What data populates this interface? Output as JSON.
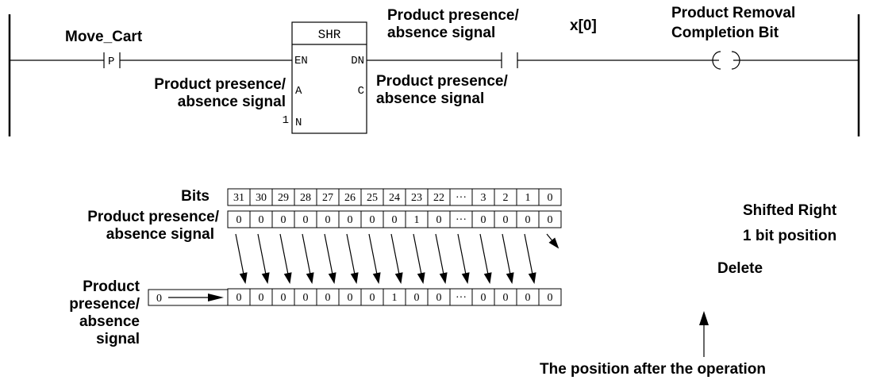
{
  "ladder": {
    "contact_label": "Move_Cart",
    "contact_symbol": "P",
    "input_label_line1": "Product presence/",
    "input_label_line2": "absence signal",
    "n_value": "1",
    "instruction": {
      "name": "SHR",
      "pin_en": "EN",
      "pin_dn": "DN",
      "pin_a": "A",
      "pin_c": "C",
      "pin_n": "N"
    },
    "output_label_line1": "Product presence/",
    "output_label_line2": "absence signal",
    "contact2_label_line1": "Product presence/",
    "contact2_label_line2": "absence signal",
    "contact2_index": "x[0]",
    "coil_label_line1": "Product Removal",
    "coil_label_line2": "Completion Bit"
  },
  "shift_table": {
    "bits_label": "Bits",
    "row_label_line1": "Product presence/",
    "row_label_line2": "absence signal",
    "bit_numbers": [
      "31",
      "30",
      "29",
      "28",
      "27",
      "26",
      "25",
      "24",
      "23",
      "22",
      "···",
      "3",
      "2",
      "1",
      "0"
    ],
    "before_values": [
      "0",
      "0",
      "0",
      "0",
      "0",
      "0",
      "0",
      "0",
      "1",
      "0",
      "···",
      "0",
      "0",
      "0",
      "0"
    ],
    "after_values": [
      "0",
      "0",
      "0",
      "0",
      "0",
      "0",
      "0",
      "1",
      "0",
      "0",
      "···",
      "0",
      "0",
      "0",
      "0"
    ],
    "shift_note_line1": "Shifted Right",
    "shift_note_line2": "1 bit position",
    "delete_label": "Delete",
    "input_label_lines": [
      "Product",
      "presence/",
      "absence",
      "signal"
    ],
    "input_value": "0",
    "position_note": "The position after the operation"
  }
}
